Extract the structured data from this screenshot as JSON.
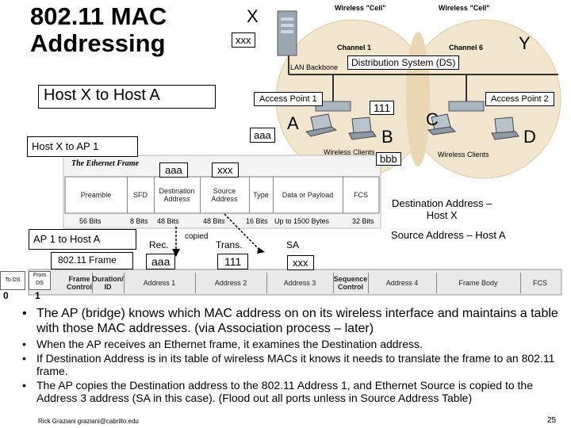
{
  "slide": {
    "title": "802.11 MAC\nAddressing",
    "page_number": "25",
    "footer": "Rick Graziani graziani@cabrillo.edu"
  },
  "labels": {
    "host_x_to_host_a": "Host X to Host A",
    "host_x_to_ap1": "Host X to AP 1",
    "ap1_to_host_a": "AP 1 to Host A",
    "frame_80211": "802.11 Frame",
    "x": "X",
    "xxx_top": "xxx",
    "y": "Y",
    "aaa_ap": "aaa",
    "a": "A",
    "n111": "111",
    "b": "B",
    "c": "C",
    "bbb": "bbb",
    "d": "D",
    "aaa_frame": "aaa",
    "xxx_frame": "xxx",
    "copied": "copied",
    "rec": "Rec.",
    "trans": "Trans.",
    "sa": "SA",
    "aaa_rec": "aaa",
    "n111_trans": "111",
    "xxx_sa": "xxx",
    "to_ds_value": "0",
    "from_ds_value": "1",
    "dest_address_note": "Destination Address –\nHost X",
    "source_address_note": "Source Address – Host A"
  },
  "network": {
    "cell1": "Wireless \"Cell\"",
    "cell2": "Wireless \"Cell\"",
    "channel1": "Channel 1",
    "channel6": "Channel 6",
    "lan_backbone": "LAN Backbone",
    "ds": "Distribution System (DS)",
    "ap1": "Access Point 1",
    "ap2": "Access Point 2",
    "clients1": "Wireless Clients",
    "clients2": "Wireless Clients"
  },
  "ethernet_frame": {
    "title": "The Ethernet Frame",
    "fields": [
      "Preamble",
      "SFD",
      "Destination Address",
      "Source Address",
      "Type",
      "Data or Payload",
      "FCS"
    ],
    "sizes": [
      "56 Bits",
      "8 Bits",
      "48 Bits",
      "48 Bits",
      "16 Bits",
      "Up to 1500 Bytes",
      "32 Bits"
    ]
  },
  "wifi_frame": {
    "left_header": [
      "To DS",
      "From DS"
    ],
    "fields": [
      "Frame Control",
      "Duration/ ID",
      "Address 1",
      "Address 2",
      "Address 3",
      "Sequence Control",
      "Address 4",
      "Frame Body",
      "FCS"
    ]
  },
  "bullets": [
    "The AP (bridge) knows which MAC address on on its wireless interface and maintains a table with those MAC addresses. (via Association process – later)",
    "When the AP receives an Ethernet frame, it examines the Destination address.",
    "If Destination Address is in its table of wireless MACs it knows it needs to translate the frame to an 802.11 frame.",
    "The AP copies the Destination address to the 802.11 Address 1, and Ethernet Source is copied to the Address 3 address (SA in this case). (Flood out all ports unless in Source Address Table)"
  ]
}
